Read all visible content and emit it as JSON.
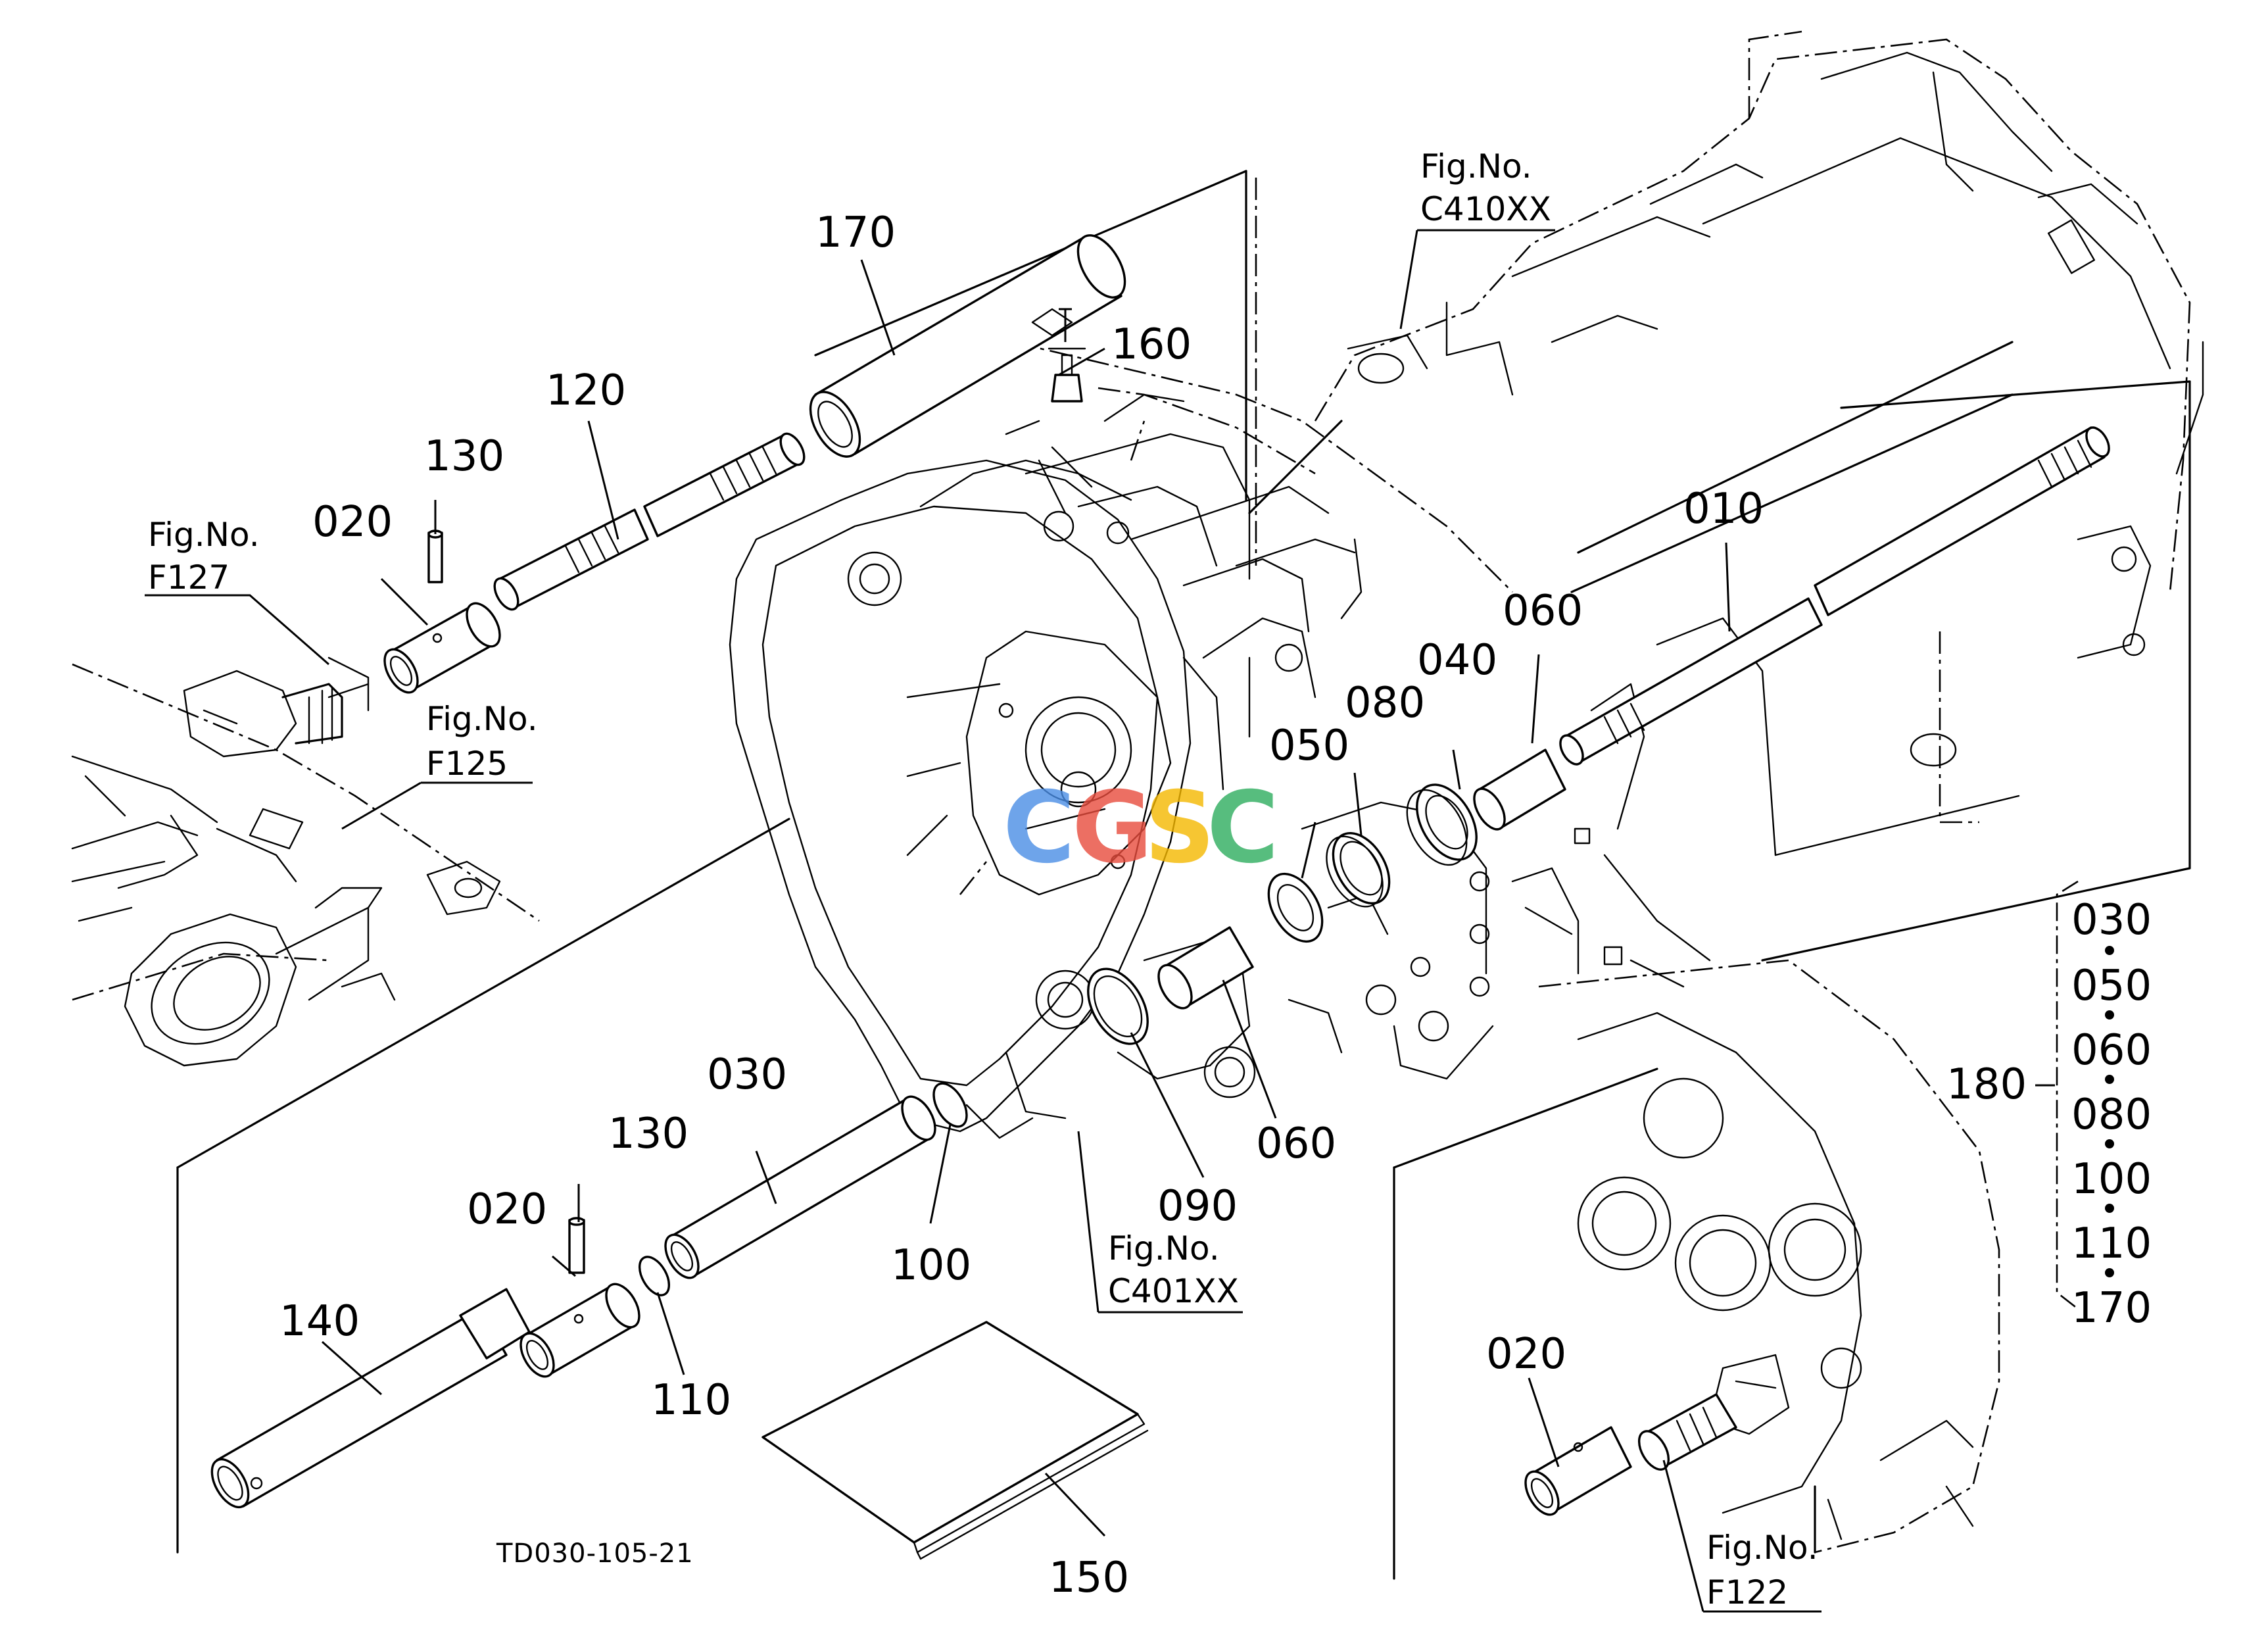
{
  "callouts": [
    {
      "id": "010",
      "label": "010"
    },
    {
      "id": "020-top",
      "label": "020"
    },
    {
      "id": "020-bottom",
      "label": "020"
    },
    {
      "id": "020-right",
      "label": "020"
    },
    {
      "id": "030",
      "label": "030"
    },
    {
      "id": "040",
      "label": "040"
    },
    {
      "id": "050",
      "label": "050"
    },
    {
      "id": "060-top",
      "label": "060"
    },
    {
      "id": "060-bottom",
      "label": "060"
    },
    {
      "id": "080",
      "label": "080"
    },
    {
      "id": "090",
      "label": "090"
    },
    {
      "id": "100",
      "label": "100"
    },
    {
      "id": "110",
      "label": "110"
    },
    {
      "id": "120",
      "label": "120"
    },
    {
      "id": "130-top",
      "label": "130"
    },
    {
      "id": "130-bottom",
      "label": "130"
    },
    {
      "id": "140",
      "label": "140"
    },
    {
      "id": "150",
      "label": "150"
    },
    {
      "id": "160",
      "label": "160"
    },
    {
      "id": "170",
      "label": "170"
    }
  ],
  "figure_refs": [
    {
      "id": "C410XX",
      "prefix": "Fig.No.",
      "code": "C410XX"
    },
    {
      "id": "F127",
      "prefix": "Fig.No.",
      "code": "F127"
    },
    {
      "id": "F125",
      "prefix": "Fig.No.",
      "code": "F125"
    },
    {
      "id": "C401XX",
      "prefix": "Fig.No.",
      "code": "C401XX"
    },
    {
      "id": "F122",
      "prefix": "Fig.No.",
      "code": "F122"
    }
  ],
  "kit": {
    "label": "180",
    "members": [
      "030",
      "050",
      "060",
      "080",
      "100",
      "110",
      "170"
    ]
  },
  "drawing_code": "TD030-105-21",
  "watermark": {
    "letters": [
      "C",
      "G",
      "S",
      "C"
    ],
    "colors": [
      "#4a8ee6",
      "#e84c3d",
      "#f5b800",
      "#2ead5e"
    ]
  }
}
